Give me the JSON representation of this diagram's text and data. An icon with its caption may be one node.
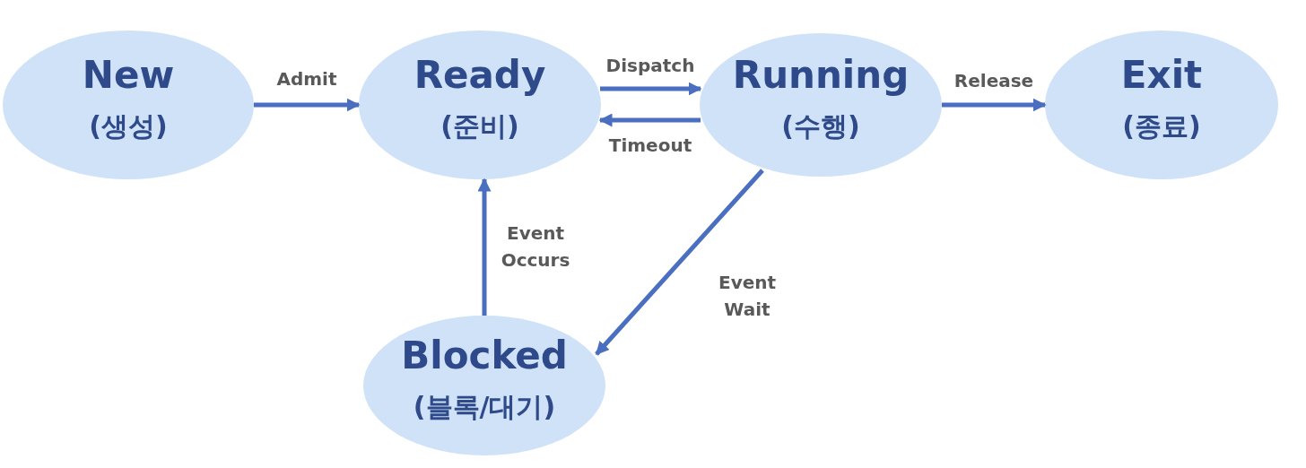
{
  "diagram": {
    "nodes": [
      {
        "text": [
          "New",
          "(생성)"
        ]
      },
      {
        "text": [
          "Ready",
          "(준비)"
        ]
      },
      {
        "text": [
          "Running",
          "(수행)"
        ]
      },
      {
        "text": [
          "Exit",
          "(종료)"
        ]
      },
      {
        "text": [
          "Blocked",
          "(블록/대기)"
        ]
      }
    ],
    "edges": [
      {
        "from": 0,
        "to": 1,
        "arrow": "to",
        "label": "Admit"
      },
      {
        "from": 1,
        "to": 2,
        "arrow": "to",
        "label": "Dispatch"
      },
      {
        "from": 2,
        "to": 1,
        "arrow": "to",
        "label": "Timeout"
      },
      {
        "from": 2,
        "to": 3,
        "arrow": "to",
        "label": "Release"
      },
      {
        "from": 2,
        "to": 4,
        "arrow": "to",
        "label": "Event Wait"
      },
      {
        "from": 4,
        "to": 1,
        "arrow": "to",
        "label": "Event Occurs"
      }
    ]
  }
}
